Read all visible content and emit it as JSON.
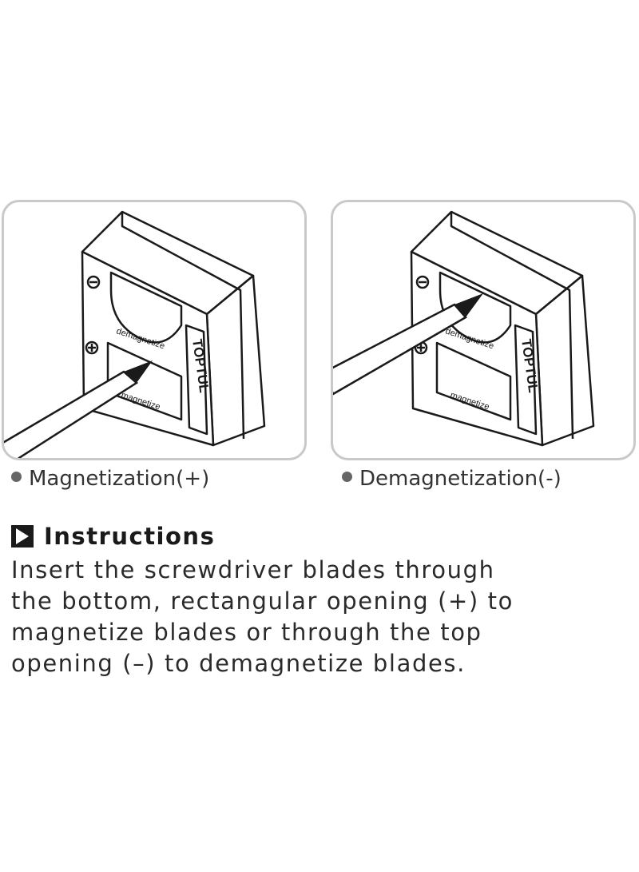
{
  "panels": [
    {
      "brand": "TOPTUL",
      "label_top": "demagnetize",
      "label_bottom": "magnetize",
      "caption": "Magnetization(+)"
    },
    {
      "brand": "TOPTUL",
      "label_top": "demagnetize",
      "label_bottom": "magnetize",
      "caption": "Demagnetization(-)"
    }
  ],
  "instructions": {
    "heading": "Instructions",
    "lines": [
      "Insert the screwdriver blades through",
      "the bottom, rectangular opening (+) to",
      "magnetize blades or through the top",
      "opening (–) to demagnetize blades."
    ]
  },
  "colors": {
    "outline": "#1a1a1a",
    "panel_border": "#c9c9c9",
    "bullet": "#666666"
  }
}
